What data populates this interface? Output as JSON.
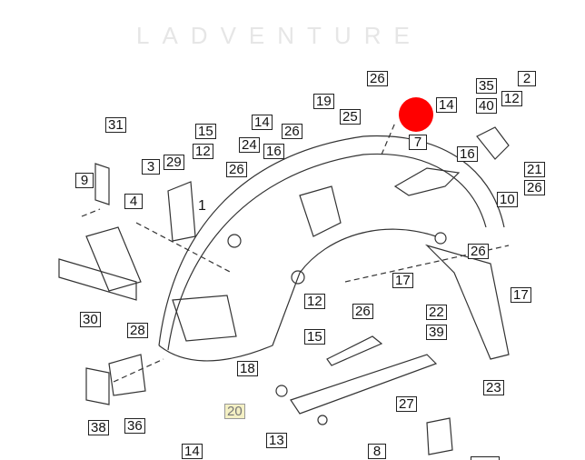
{
  "watermark": "LADVENTURE",
  "marker_color": "#ff0000",
  "highlight_color": "#f4f0c4",
  "callouts": [
    "26",
    "14",
    "7",
    "19",
    "25",
    "35",
    "40",
    "12",
    "2",
    "16",
    "21",
    "26",
    "10",
    "26",
    "17",
    "17",
    "31",
    "15",
    "12",
    "29",
    "3",
    "9",
    "4",
    "14",
    "24",
    "16",
    "26",
    "26",
    "1",
    "12",
    "26",
    "15",
    "22",
    "39",
    "18",
    "20",
    "27",
    "23",
    "30",
    "28",
    "38",
    "36",
    "13",
    "8",
    "14"
  ],
  "highlighted_callout": "20"
}
